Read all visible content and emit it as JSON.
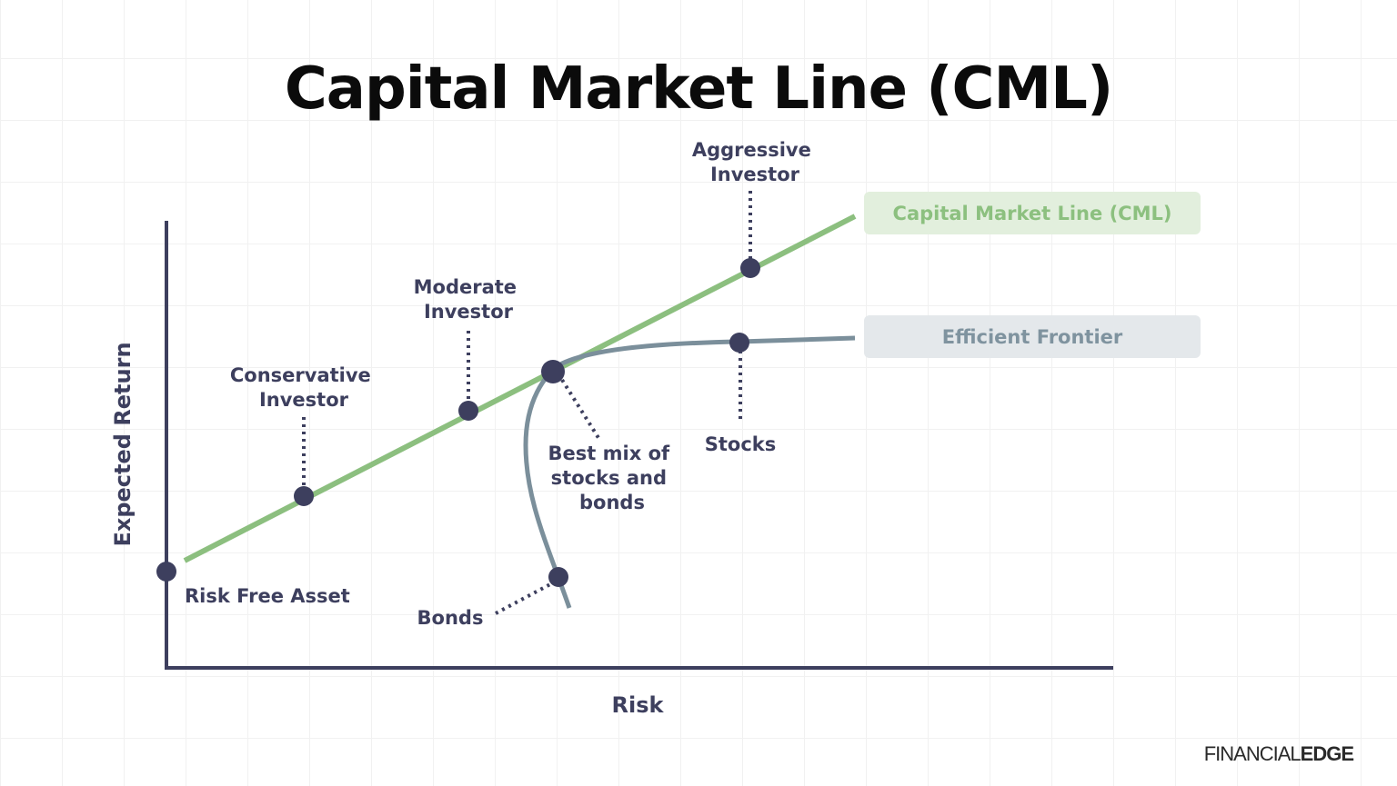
{
  "title": "Capital Market Line (CML)",
  "axes": {
    "x_label": "Risk",
    "y_label": "Expected Return"
  },
  "legend": {
    "cml": "Capital Market Line (CML)",
    "efficient_frontier": "Efficient Frontier"
  },
  "points": {
    "risk_free": "Risk Free Asset",
    "conservative": [
      "Conservative",
      "Investor"
    ],
    "moderate": [
      "Moderate",
      "Investor"
    ],
    "aggressive": [
      "Aggressive",
      "Investor"
    ],
    "best_mix": [
      "Best mix of",
      "stocks and",
      "bonds"
    ],
    "stocks": "Stocks",
    "bonds": "Bonds"
  },
  "colors": {
    "cml": "#8cbf7f",
    "frontier": "#7b8f9b",
    "axis": "#3d3f5e",
    "point": "#3d3f5e"
  },
  "brand": {
    "part1": "FINANCIAL",
    "part2": "EDGE"
  }
}
